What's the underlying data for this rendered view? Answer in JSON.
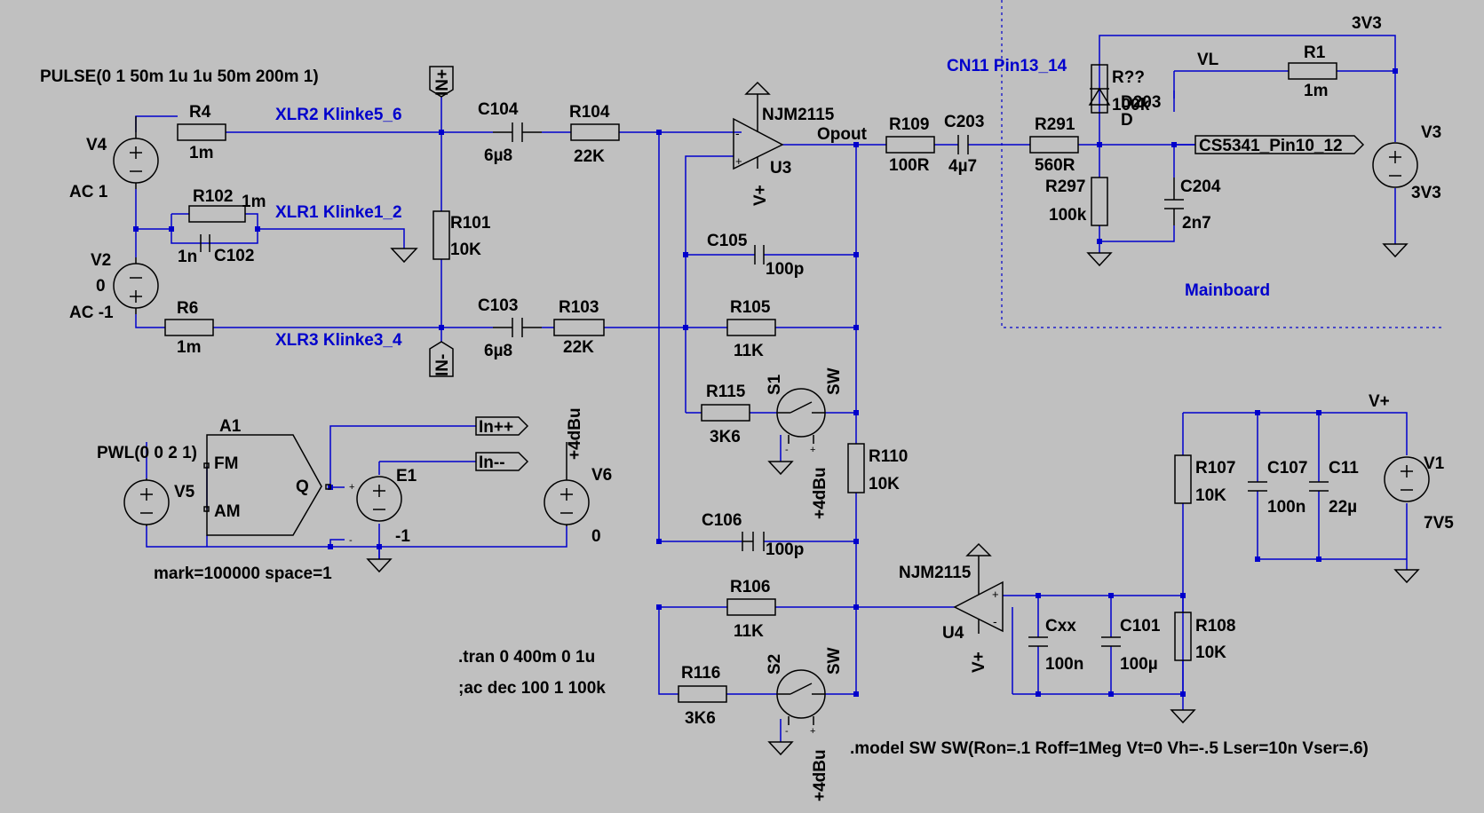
{
  "colors": {
    "background": "#c0c0c0",
    "wire": "#0000cc",
    "label_text": "#000000",
    "net_text": "#0000cc",
    "boundary": "#0000cc"
  },
  "directives": {
    "pulse": "PULSE(0 1 50m 1u 1u 50m 200m 1)",
    "pwl": "PWL(0 0 2 1)",
    "modulator_params": "mark=100000 space=1",
    "tran": ".tran 0 400m 0 1u",
    "ac": ";ac dec 100 1 100k",
    "model": ".model  SW SW(Ron=.1 Roff=1Meg Vt=0 Vh=-.5 Lser=10n Vser=.6)"
  },
  "nets": {
    "xlr2": "XLR2 Klinke5_6",
    "xlr1": "XLR1 Klinke1_2",
    "xlr3": "XLR3 Klinke3_4",
    "cn11": "CN11 Pin13_14",
    "mainboard": "Mainboard",
    "opout": "Opout",
    "vl": "VL",
    "rail_3v3": "3V3",
    "rail_vplus": "V+"
  },
  "ports": {
    "in_plus": "IN+",
    "in_minus": "IN-",
    "in_pp": "In++",
    "in_mm": "In--",
    "cs5341": "CS5341_Pin10_12",
    "plus4dbu": "+4dBu"
  },
  "sources": {
    "v4": {
      "name": "V4",
      "value": "AC 1"
    },
    "v2": {
      "name": "V2",
      "value": "0",
      "value2": "AC -1"
    },
    "v5": {
      "name": "V5"
    },
    "v6": {
      "name": "V6",
      "value": "0"
    },
    "v3": {
      "name": "V3",
      "value": "3V3"
    },
    "v1": {
      "name": "V1",
      "value": "7V5"
    },
    "e1": {
      "name": "E1",
      "gain": "-1"
    },
    "a1": {
      "name": "A1",
      "fm": "FM",
      "am": "AM",
      "q": "Q"
    }
  },
  "opamps": {
    "u3": {
      "name": "U3",
      "model": "NJM2115",
      "supply": "V+"
    },
    "u4": {
      "name": "U4",
      "model": "NJM2115",
      "supply": "V+"
    }
  },
  "resistors": {
    "r4": {
      "name": "R4",
      "value": "1m"
    },
    "r102": {
      "name": "R102",
      "value": "1m"
    },
    "r6": {
      "name": "R6",
      "value": "1m"
    },
    "r101": {
      "name": "R101",
      "value": "10K"
    },
    "r104": {
      "name": "R104",
      "value": "22K"
    },
    "r103": {
      "name": "R103",
      "value": "22K"
    },
    "r105": {
      "name": "R105",
      "value": "11K"
    },
    "r106": {
      "name": "R106",
      "value": "11K"
    },
    "r115": {
      "name": "R115",
      "value": "3K6"
    },
    "r116": {
      "name": "R116",
      "value": "3K6"
    },
    "r110": {
      "name": "R110",
      "value": "10K"
    },
    "r109": {
      "name": "R109",
      "value": "100R"
    },
    "r291": {
      "name": "R291",
      "value": "560R"
    },
    "rqq": {
      "name": "R??",
      "value": "100k"
    },
    "r297": {
      "name": "R297",
      "value": "100k"
    },
    "r1": {
      "name": "R1",
      "value": "1m"
    },
    "r107": {
      "name": "R107",
      "value": "10K"
    },
    "r108": {
      "name": "R108",
      "value": "10K"
    }
  },
  "capacitors": {
    "c102": {
      "name": "C102",
      "value": "1n"
    },
    "c104": {
      "name": "C104",
      "value": "6µ8"
    },
    "c103": {
      "name": "C103",
      "value": "6µ8"
    },
    "c105": {
      "name": "C105",
      "value": "100p"
    },
    "c106": {
      "name": "C106",
      "value": "100p"
    },
    "c203": {
      "name": "C203",
      "value": "4µ7"
    },
    "c204": {
      "name": "C204",
      "value": "2n7"
    },
    "cxx": {
      "name": "Cxx",
      "value": "100n"
    },
    "c101": {
      "name": "C101",
      "value": "100µ"
    },
    "c107": {
      "name": "C107",
      "value": "100n"
    },
    "c11": {
      "name": "C11",
      "value": "22µ"
    }
  },
  "switches": {
    "s1": {
      "name": "S1",
      "model": "SW"
    },
    "s2": {
      "name": "S2",
      "model": "SW"
    }
  },
  "diodes": {
    "d203": {
      "name": "D203",
      "model": "D"
    }
  }
}
